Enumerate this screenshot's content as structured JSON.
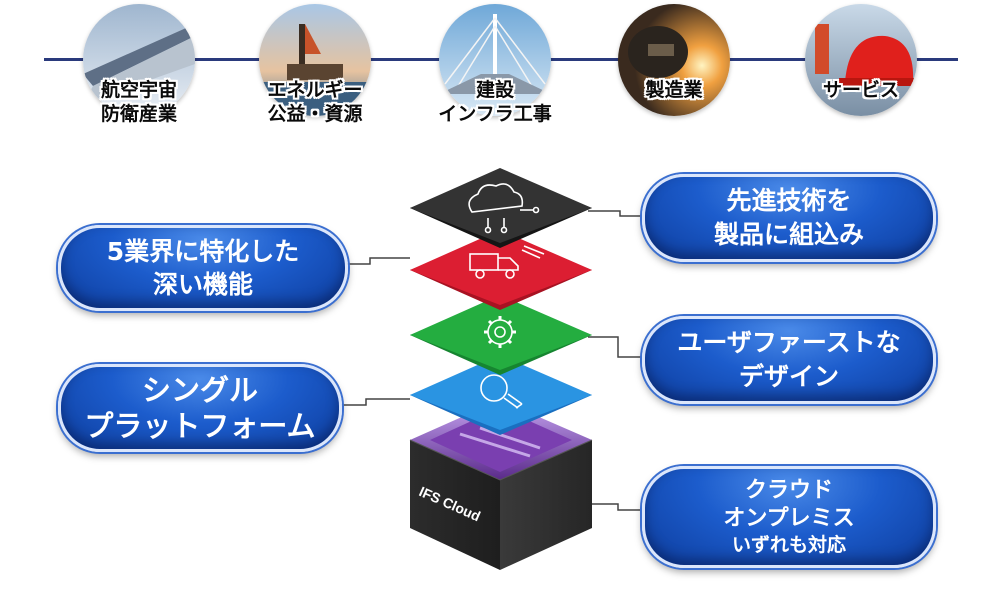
{
  "industries": [
    {
      "label": "航空宇宙\n防衛産業",
      "icon": "airplane-wing-photo"
    },
    {
      "label": "エネルギー\n公益・資源",
      "icon": "oil-rig-photo"
    },
    {
      "label": "建設\nインフラ工事",
      "icon": "bridge-photo"
    },
    {
      "label": "製造業",
      "icon": "welding-photo"
    },
    {
      "label": "サービス",
      "icon": "hardhat-photo"
    }
  ],
  "features_left": [
    {
      "lines": [
        "5業界に特化した",
        "深い機能"
      ]
    },
    {
      "lines": [
        "シングル",
        "プラットフォーム"
      ]
    }
  ],
  "features_right": [
    {
      "lines": [
        "先進技術を",
        "製品に組込み"
      ]
    },
    {
      "lines": [
        "ユーザファーストな",
        "デザイン"
      ]
    },
    {
      "lines": [
        "クラウド",
        "オンプレミス",
        "いずれも対応"
      ]
    }
  ],
  "stack": {
    "base_label": "IFS Cloud",
    "layers": [
      {
        "color": "#2b2b2b",
        "icon": "cloud-network-icon"
      },
      {
        "color": "#d8192e",
        "icon": "truck-icon"
      },
      {
        "color": "#1fa53a",
        "icon": "gear-icon"
      },
      {
        "color": "#1e88d8",
        "icon": "lightbulb-icon"
      }
    ]
  }
}
